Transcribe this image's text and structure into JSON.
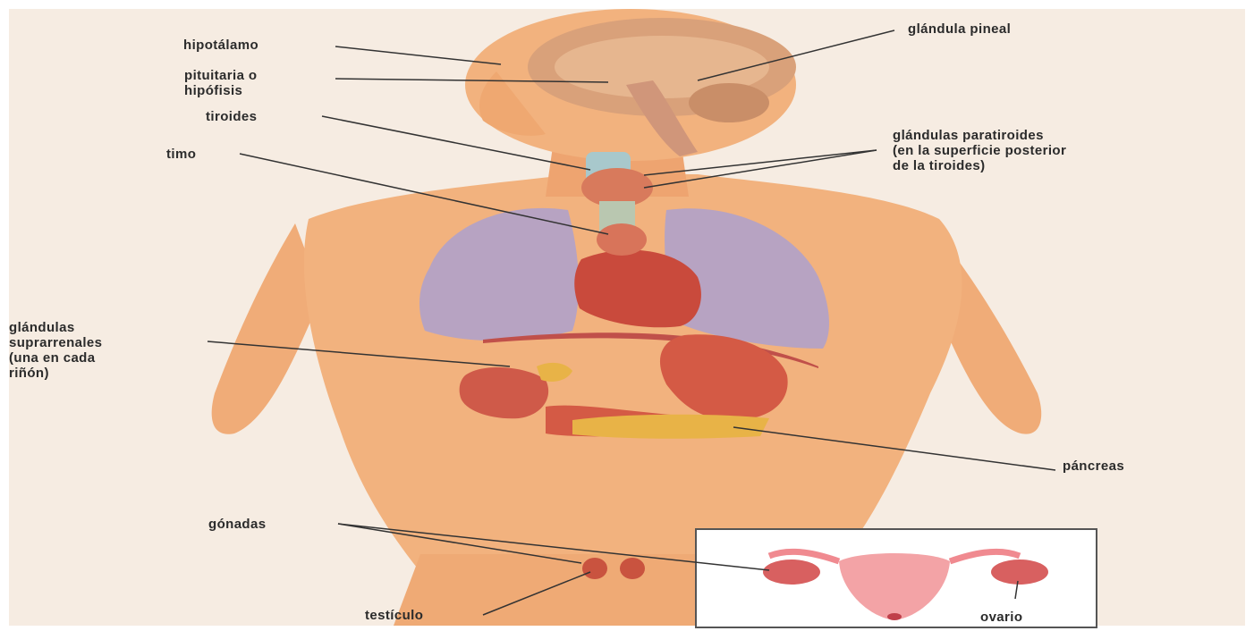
{
  "diagram": {
    "labels": {
      "hipotalamo": "hipotálamo",
      "pituitaria": "pituitaria o\nhipófisis",
      "tiroides": "tiroides",
      "timo": "timo",
      "suprarrenales": "glándulas\nsuprarrenales\n(una en cada\nriñón)",
      "pineal": "glándula pineal",
      "paratiroides": "glándulas paratiroides\n(en la superficie posterior\nde la tiroides)",
      "pancreas": "páncreas",
      "gonadas": "gónadas",
      "testiculo": "testículo",
      "ovario": "ovario"
    },
    "colors": {
      "background": "#f6ece2",
      "skin": "#f2b27e",
      "skin_shade": "#e0925f",
      "lung": "#b7a3c2",
      "heart": "#c94a3c",
      "organ_red": "#d45a45",
      "gland_yellow": "#e8b347",
      "brain": "#d9a17a",
      "uterus": "#f3a3a6",
      "leader_line": "#333333",
      "inset_border": "#555555"
    }
  }
}
